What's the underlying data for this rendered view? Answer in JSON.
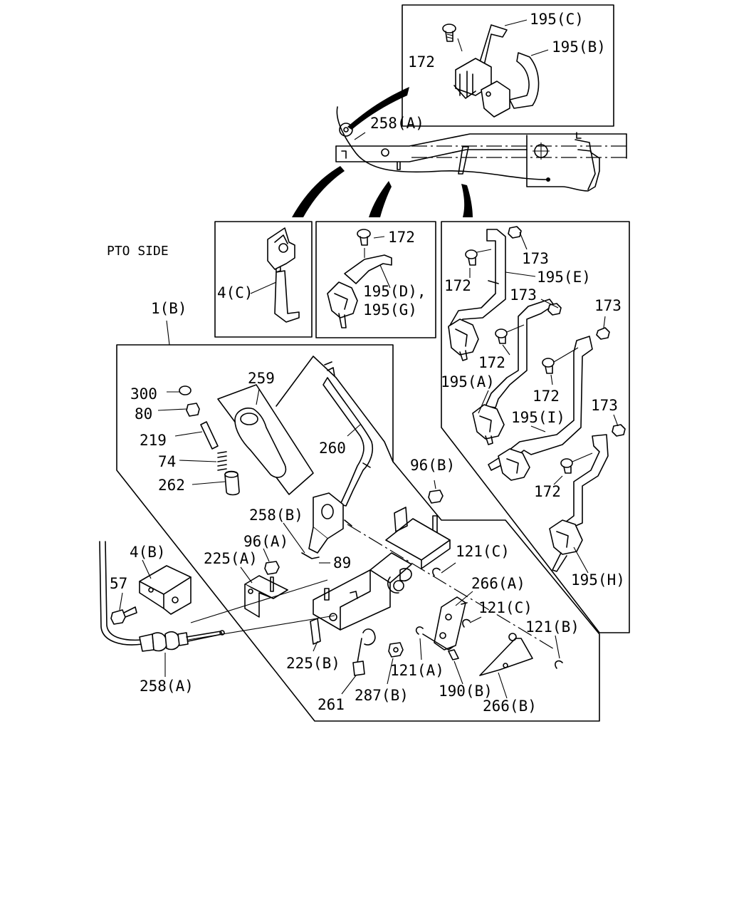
{
  "side_note": "PTO SIDE",
  "labels": {
    "p195C": "195(C)",
    "p172_top": "172",
    "p195B": "195(B)",
    "p258A_top": "258(A)",
    "p4C": "4(C)",
    "p172_mid": "172",
    "p195DG_1": "195(D),",
    "p195DG_2": "195(G)",
    "p173_a": "173",
    "p172_a": "172",
    "p195E": "195(E)",
    "p173_b": "173",
    "p173_c": "173",
    "p172_b": "172",
    "p195A": "195(A)",
    "p172_c": "172",
    "p195I": "195(I)",
    "p173_d": "173",
    "p172_d": "172",
    "p195H": "195(H)",
    "p1B": "1(B)",
    "p259": "259",
    "p300": "300",
    "p80": "80",
    "p219": "219",
    "p260": "260",
    "p74": "74",
    "p262": "262",
    "p96B": "96(B)",
    "p258B": "258(B)",
    "p96A": "96(A)",
    "p225A": "225(A)",
    "p89": "89",
    "p121C_a": "121(C)",
    "p4B": "4(B)",
    "p57": "57",
    "p266A": "266(A)",
    "p121C_b": "121(C)",
    "p121B": "121(B)",
    "p225B": "225(B)",
    "p121A": "121(A)",
    "p258A_bot": "258(A)",
    "p261": "261",
    "p287B": "287(B)",
    "p190B": "190(B)",
    "p266B": "266(B)"
  }
}
